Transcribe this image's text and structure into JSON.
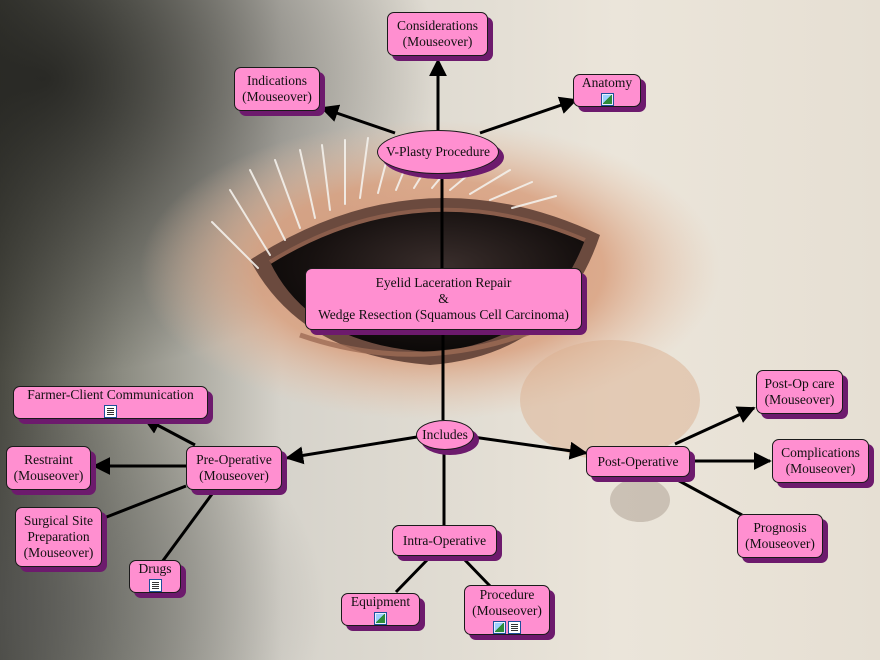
{
  "nodes": {
    "main": {
      "label": "Eyelid Laceration Repair\n&\nWedge Resection (Squamous Cell Carcinoma)"
    },
    "vplasty": {
      "label": "V-Plasty Procedure"
    },
    "considerations": {
      "label": "Considerations\n(Mouseover)"
    },
    "indications": {
      "label": "Indications\n(Mouseover)"
    },
    "anatomy": {
      "label": "Anatomy",
      "icons": [
        "image-icon"
      ]
    },
    "includes": {
      "label": "Includes"
    },
    "preop": {
      "label": "Pre-Operative\n(Mouseover)"
    },
    "farmer": {
      "label": "Farmer-Client Communication",
      "icons": [
        "document-icon"
      ]
    },
    "restraint": {
      "label": "Restraint\n(Mouseover)"
    },
    "surgical_site": {
      "label": "Surgical Site\nPreparation\n(Mouseover)"
    },
    "drugs": {
      "label": "Drugs",
      "icons": [
        "document-icon"
      ]
    },
    "intraop": {
      "label": "Intra-Operative"
    },
    "equipment": {
      "label": "Equipment",
      "icons": [
        "image-icon"
      ]
    },
    "procedure": {
      "label": "Procedure\n(Mouseover)",
      "icons": [
        "image-icon",
        "document-icon"
      ]
    },
    "postop": {
      "label": "Post-Operative"
    },
    "postop_care": {
      "label": "Post-Op care\n(Mouseover)"
    },
    "complications": {
      "label": "Complications\n(Mouseover)"
    },
    "prognosis": {
      "label": "Prognosis\n(Mouseover)"
    }
  },
  "colors": {
    "node_fill": "#ff8fd0",
    "node_shadow": "#6d1a6d",
    "link": "#000000"
  }
}
